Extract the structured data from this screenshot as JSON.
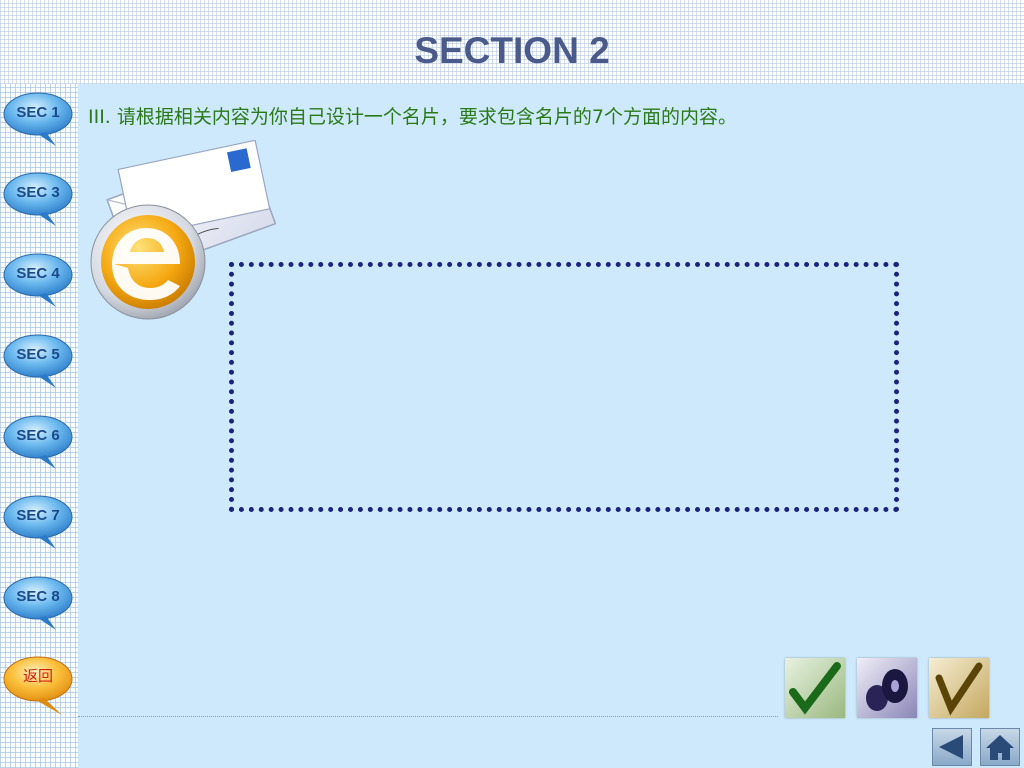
{
  "page": {
    "title": "SECTION 2",
    "instruction": "III. 请根据相关内容为你自己设计一个名片，要求包含名片的7个方面的内容。"
  },
  "sidebar": {
    "items": [
      {
        "label": "SEC 1"
      },
      {
        "label": "SEC 3"
      },
      {
        "label": "SEC 4"
      },
      {
        "label": "SEC 5"
      },
      {
        "label": "SEC 6"
      },
      {
        "label": "SEC 7"
      },
      {
        "label": "SEC 8"
      }
    ],
    "back_label": "返回"
  },
  "icons": {
    "envelope": "envelope-e-icon",
    "tile_1": "green-check-icon",
    "tile_2": "purple-disc-icon",
    "tile_3": "gold-check-icon",
    "prev": "triangle-left-icon",
    "home": "home-icon"
  },
  "colors": {
    "title": "#4a5a8a",
    "instruction": "#2a7a1a",
    "panel": "#cde9fb",
    "dotted_border": "#1a237e",
    "nav_bubble": "#5aaee8",
    "back_bubble": "#f5a01a"
  }
}
